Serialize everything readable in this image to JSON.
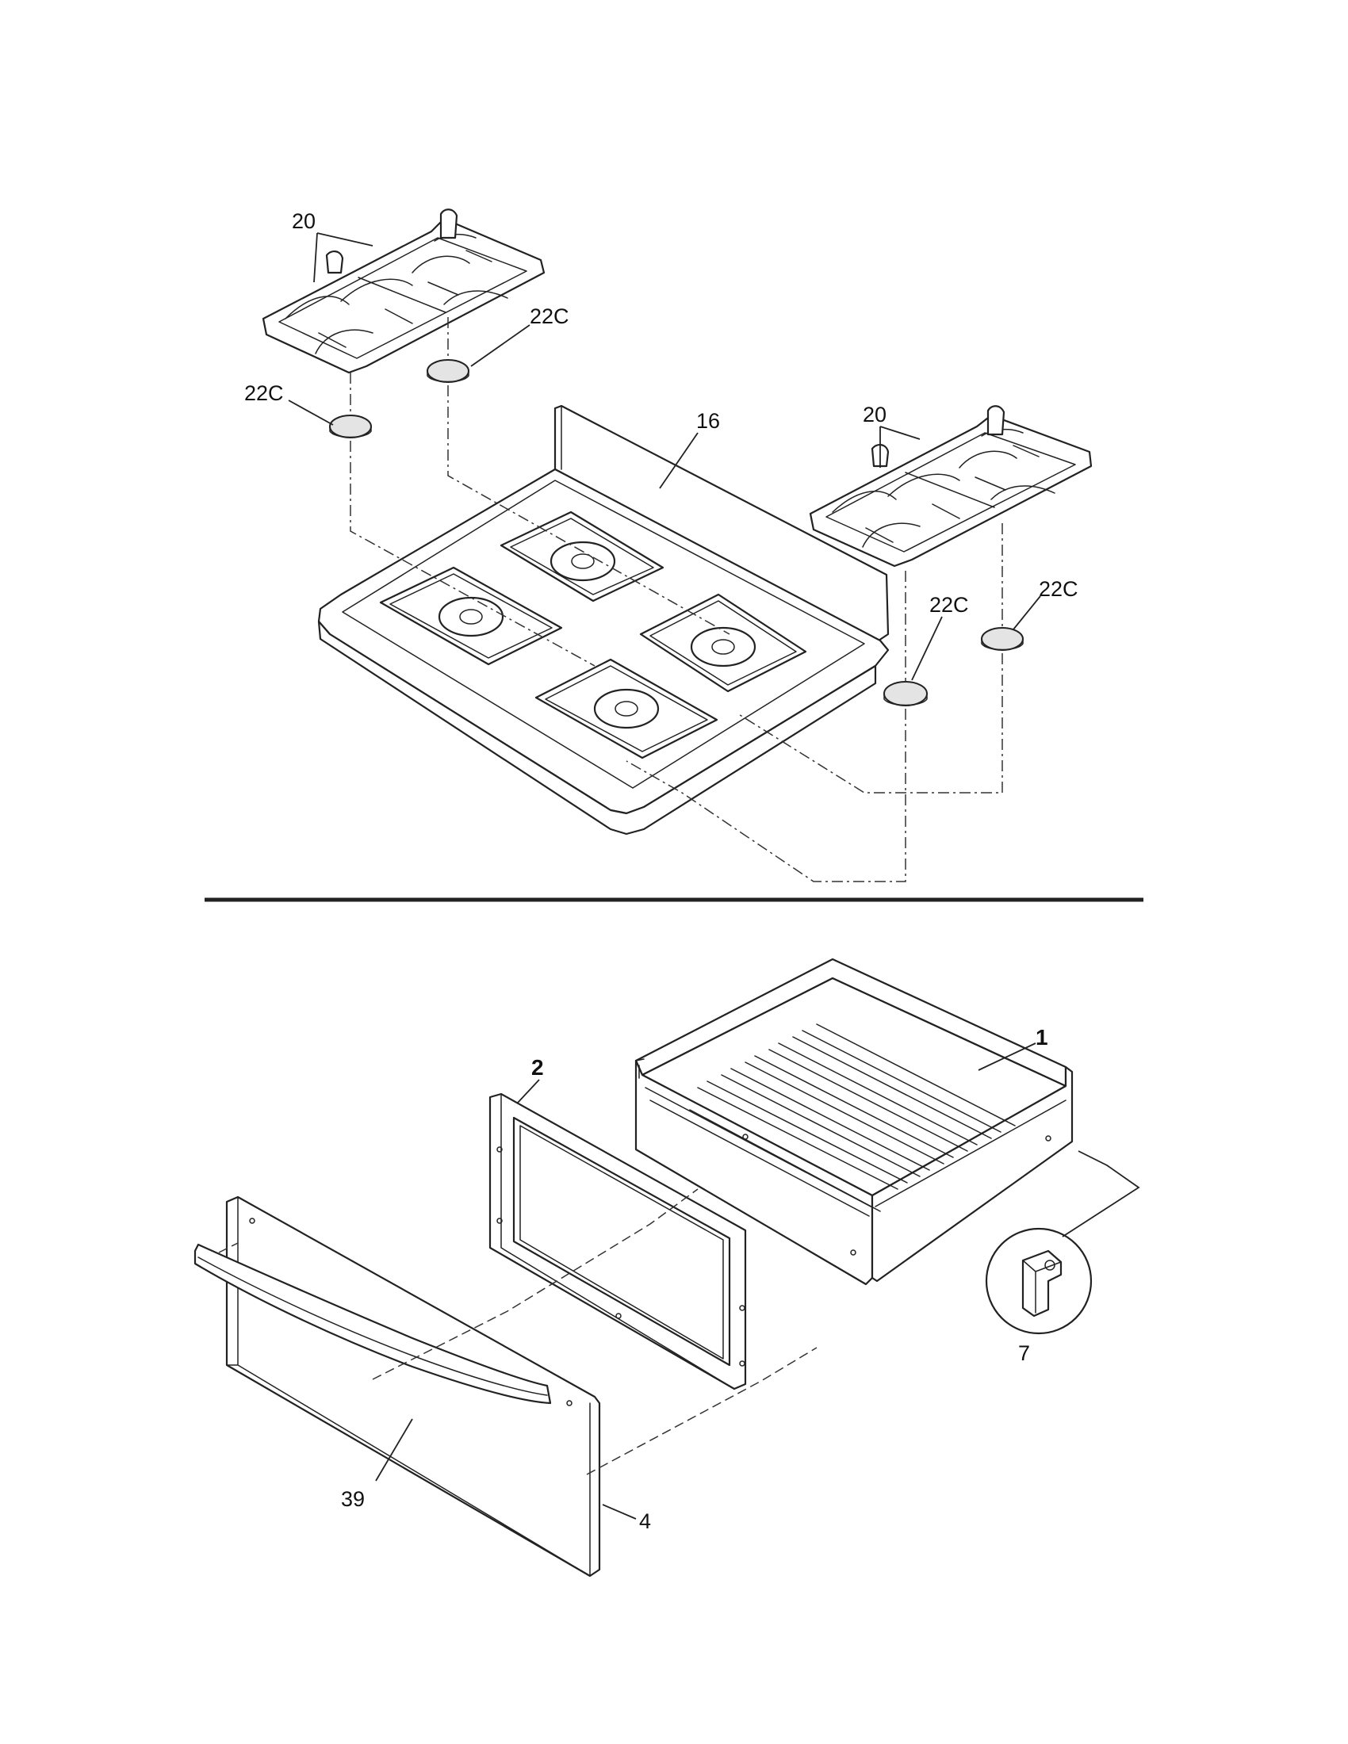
{
  "callouts": {
    "grate_left": "20",
    "grate_right": "20",
    "cap_left_top": "22C",
    "cap_left_bottom": "22C",
    "cap_right_top": "22C",
    "cap_right_bottom": "22C",
    "cooktop": "16",
    "drawer_body": "1",
    "drawer_panel": "2",
    "drawer_clip": "7",
    "drawer_handle": "39",
    "drawer_front": "4"
  }
}
